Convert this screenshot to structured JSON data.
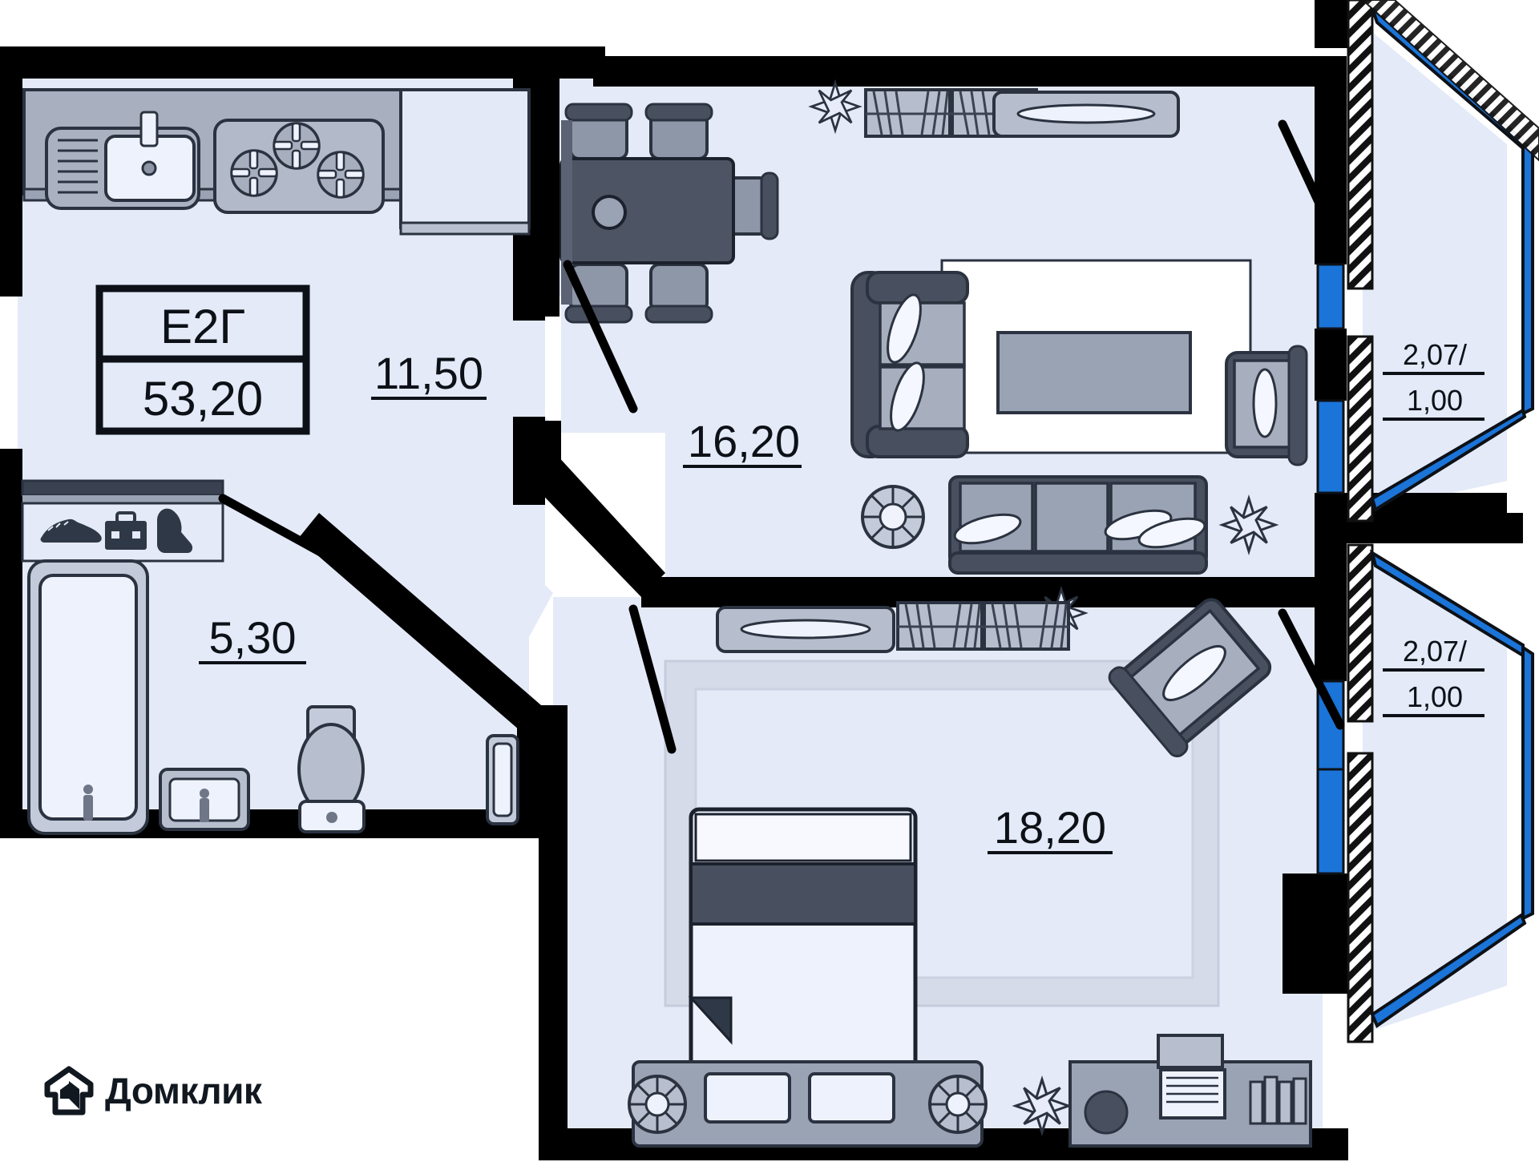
{
  "plan": {
    "unit_code": "Е2Г",
    "total_area": "53,20",
    "rooms": [
      {
        "name": "kitchen",
        "area": "11,50"
      },
      {
        "name": "living-room",
        "area": "16,20"
      },
      {
        "name": "bathroom",
        "area": "5,30"
      },
      {
        "name": "bedroom",
        "area": "18,20"
      }
    ],
    "balconies": [
      {
        "name": "balcony-upper",
        "area": "2,07/",
        "coef": "1,00"
      },
      {
        "name": "balcony-lower",
        "area": "2,07/",
        "coef": "1,00"
      }
    ],
    "colors": {
      "wall": "#000000",
      "floor": "#e4eaf8",
      "furniture_dark": "#48505f",
      "furniture_mid": "#9aa3b4",
      "furniture_light": "#c3cada",
      "glazing_blue": "#1b74d8",
      "text": "#0d1117"
    }
  },
  "branding": {
    "logo_text": "Домклик",
    "logo_icon": "house-arrow-icon"
  }
}
